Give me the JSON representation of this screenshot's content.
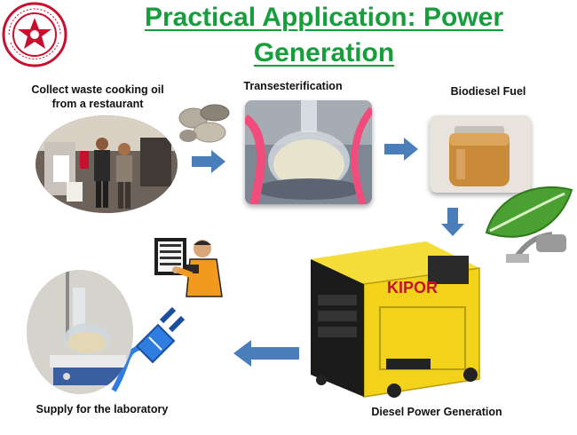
{
  "slide": {
    "title": "Practical Application: Power Generation"
  },
  "steps": {
    "collect": "Collect waste cooking oil from a  restaurant",
    "transesterification": "Transesterification",
    "biodiesel": "Biodiesel Fuel",
    "diesel_power": "Diesel Power Generation",
    "laboratory": "Supply for the laboratory"
  },
  "generator": {
    "brand": "KIPOR"
  },
  "colors": {
    "title": "#169e3c",
    "arrow": "#4a7ebb",
    "generator_body": "#f2d21a"
  },
  "icons": [
    "university-seal",
    "rocks",
    "leaf-fuel-nozzle",
    "electrician-worker",
    "power-plug"
  ]
}
